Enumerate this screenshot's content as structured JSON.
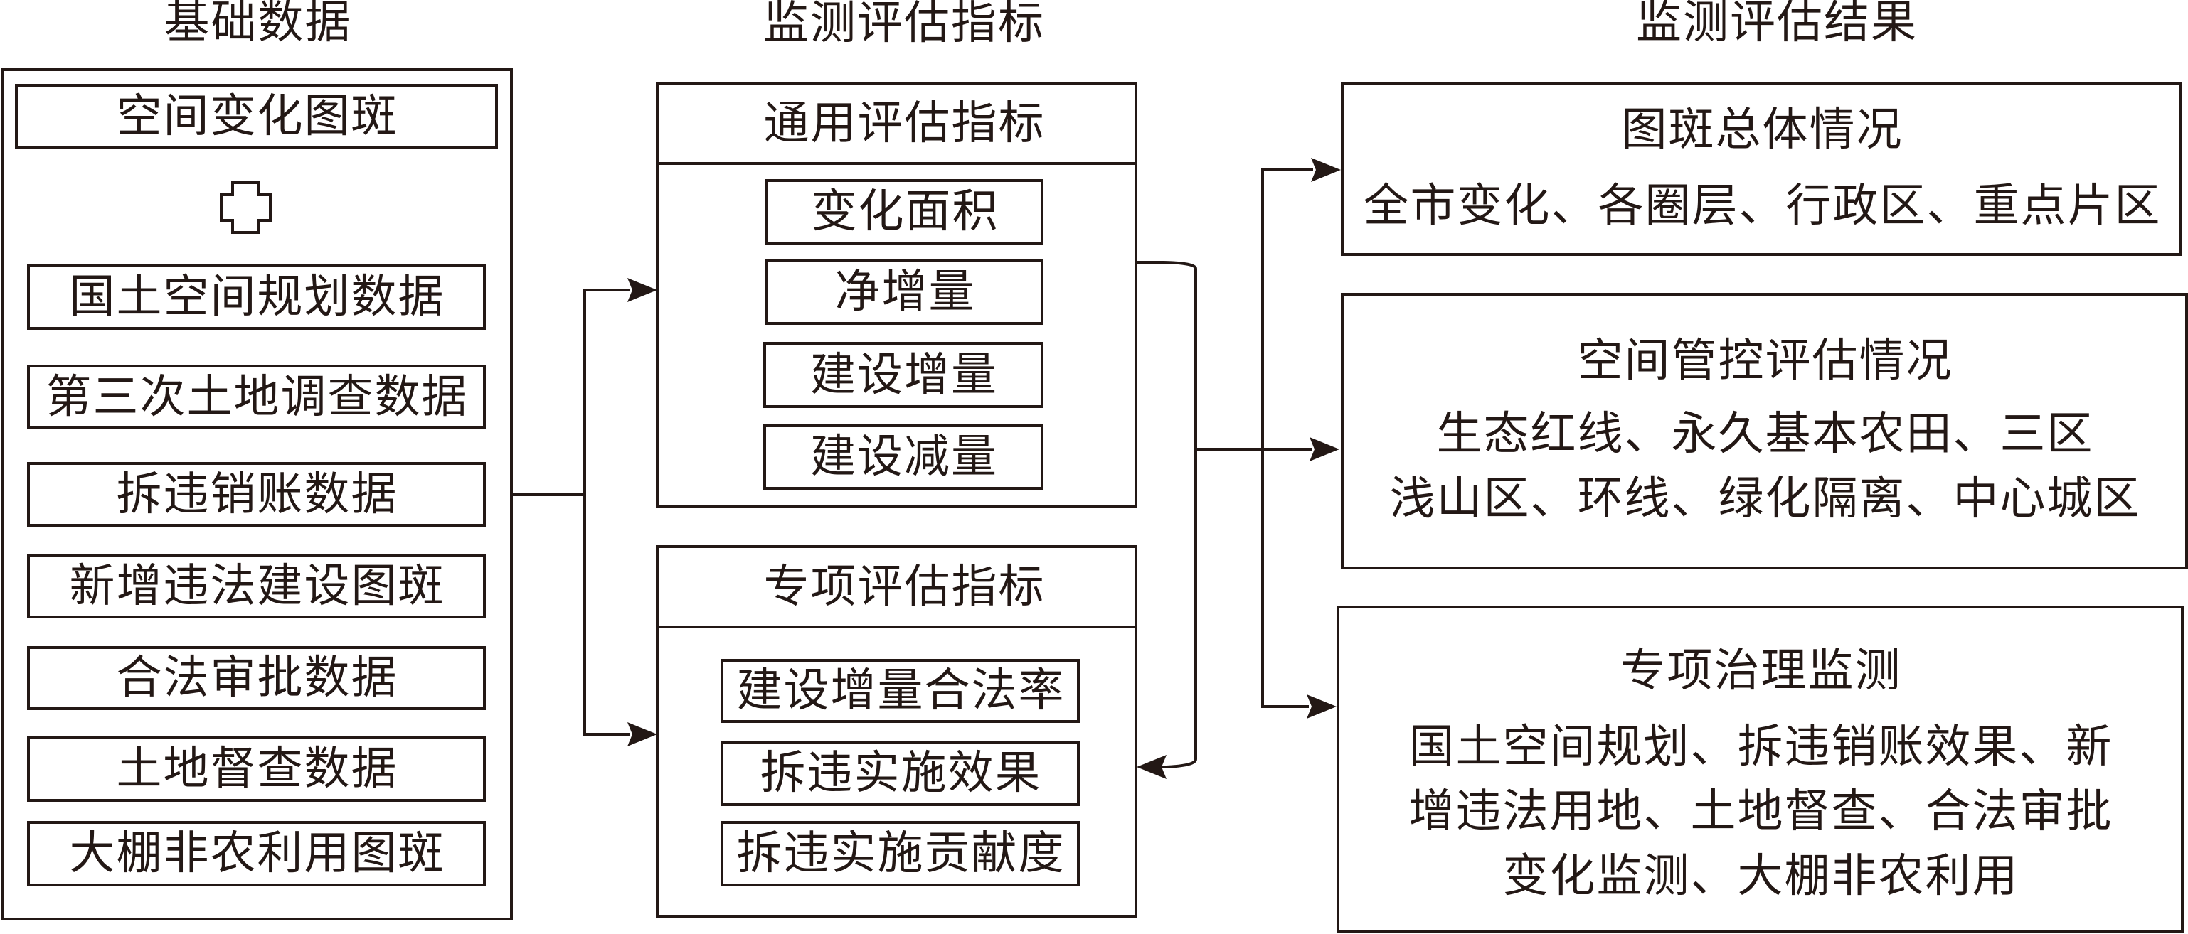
{
  "diagram": {
    "ink_color": "#231815",
    "background_color": "#ffffff"
  },
  "basic_data": {
    "title": "基础数据",
    "primary_item": "空间变化图斑",
    "combine_icon": "plus-icon",
    "items": [
      "国土空间规划数据",
      "第三次土地调查数据",
      "拆违销账数据",
      "新增违法建设图斑",
      "合法审批数据",
      "土地督查数据",
      "大棚非农利用图斑"
    ]
  },
  "indicators": {
    "title": "监测评估指标",
    "groups": [
      {
        "title": "通用评估指标",
        "items": [
          "变化面积",
          "净增量",
          "建设增量",
          "建设减量"
        ]
      },
      {
        "title": "专项评估指标",
        "items": [
          "建设增量合法率",
          "拆违实施效果",
          "拆违实施贡献度"
        ]
      }
    ]
  },
  "results": {
    "title": "监测评估结果",
    "boxes": [
      {
        "title": "图斑总体情况",
        "lines": [
          "全市变化、各圈层、行政区、重点片区"
        ]
      },
      {
        "title": "空间管控评估情况",
        "lines": [
          "生态红线、永久基本农田、三区",
          "浅山区、环线、绿化隔离、中心城区"
        ]
      },
      {
        "title": "专项治理监测",
        "lines": [
          "国土空间规划、拆违销账效果、新",
          "增违法用地、土地督查、合法审批",
          "变化监测、大棚非农利用"
        ]
      }
    ]
  },
  "connections": [
    {
      "from": "basic_data",
      "to": "indicators.groups.0",
      "style": "arrow"
    },
    {
      "from": "basic_data",
      "to": "indicators.groups.1",
      "style": "arrow"
    },
    {
      "from": "indicators.groups.0",
      "to": "indicators.groups.1",
      "style": "bracket-arrow"
    },
    {
      "from": "indicators",
      "to": "results.boxes.0",
      "style": "arrow"
    },
    {
      "from": "indicators",
      "to": "results.boxes.1",
      "style": "arrow"
    },
    {
      "from": "indicators",
      "to": "results.boxes.2",
      "style": "arrow"
    }
  ]
}
